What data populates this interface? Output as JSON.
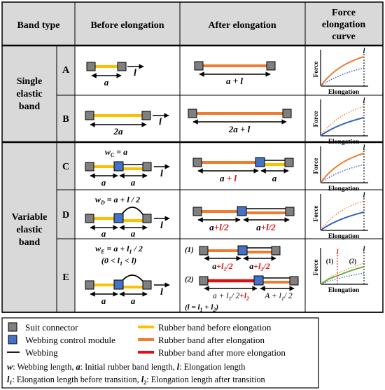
{
  "colors": {
    "header_bg": "#d9d9d9",
    "connector": "#808080",
    "module": "#4472c4",
    "rubber_before": "#ffc000",
    "rubber_after": "#ed7d31",
    "rubber_more": "#e01010",
    "webbing": "#000000",
    "curve_blue": "#2e5fbf",
    "curve_green": "#70ad47"
  },
  "header": {
    "band_type": "Band type",
    "before": "Before elongation",
    "after": "After elongation",
    "curve_line1": "Force",
    "curve_line2": "elongation",
    "curve_line3": "curve"
  },
  "groups": {
    "single_line1": "Single",
    "single_line2": "elastic",
    "single_line3": "band",
    "variable_line1": "Variable",
    "variable_line2": "elastic",
    "variable_line3": "band"
  },
  "rows": {
    "A": {
      "label": "A",
      "before_a": "a",
      "before_l": "l",
      "after": "a + l"
    },
    "B": {
      "label": "B",
      "before_a": "2a",
      "before_l": "l",
      "after": "2a + l"
    },
    "C": {
      "label": "C",
      "formula_w": "w",
      "formula_sub": "C",
      "formula_eq": " = a",
      "before_a1": "a",
      "before_a2": "a",
      "before_l": "l",
      "after_a": "a ",
      "after_l": "+ l",
      "after_a2": "a"
    },
    "D": {
      "label": "D",
      "formula_w": "w",
      "formula_sub": "D",
      "formula_eq": " = a + l / 2",
      "before_a1": "a",
      "before_a2": "a",
      "before_l": "l",
      "after_a1": "a",
      "after_l1": "+l/2",
      "after_a2": "a",
      "after_l2": "+l/2"
    },
    "E": {
      "label": "E",
      "formula_w": "w",
      "formula_sub": "E",
      "formula_eq": " = a + l",
      "formula_l1sub": "1",
      "formula_tail": " / 2",
      "constraint": "(0 < l",
      "constraint_sub": "1",
      "constraint_tail": " < l)",
      "before_a1": "a",
      "before_a2": "a",
      "before_l": "l",
      "step1": "(1)",
      "step2": "(2)",
      "s1_a1": "a",
      "s1_l1": "+l",
      "s1_l1_sub": "1",
      "s1_l1_tail": "/2",
      "s1_a2": "a",
      "s1_l2": "+l",
      "s1_l2_sub": "1",
      "s1_l2_tail": "/2",
      "s2_left_a": "a + l",
      "s2_left_sub": "1",
      "s2_left_tail": "/ 2",
      "s2_left_plus": "+l",
      "s2_left_plus_sub": "2",
      "s2_right": "A + l",
      "s2_right_sub": "1",
      "s2_right_tail": "/ 2",
      "relation": "(l = l",
      "relation_sub1": "1",
      "relation_mid": " + l",
      "relation_sub2": "2",
      "relation_tail": ")",
      "curve_l1": "l",
      "curve_l1_sub": "1",
      "curve_l": "l",
      "curve_step1": "(1)",
      "curve_step2": "(2)"
    }
  },
  "curve": {
    "xlabel": "Elongation",
    "ylabel": "Force",
    "l": "l"
  },
  "legend": {
    "suit_connector": "Suit connector",
    "webbing_module": "Webbing control module",
    "webbing": "Webbing",
    "rubber_before": "Rubber band before elongation",
    "rubber_after": "Rubber band after elongation",
    "rubber_more": "Rubber band after more elongation",
    "def1_w": "w",
    "def1_w_desc": ": Webbing length, ",
    "def1_a": "a",
    "def1_a_desc": ": Initial rubber band length, ",
    "def1_l": "l",
    "def1_l_desc": ": Elongation length",
    "def2_l1": "l",
    "def2_l1_sub": "1",
    "def2_l1_desc": ": Elongation length before transition, ",
    "def2_l2": "l",
    "def2_l2_sub": "2",
    "def2_l2_desc": ": Elongation length after transition"
  }
}
